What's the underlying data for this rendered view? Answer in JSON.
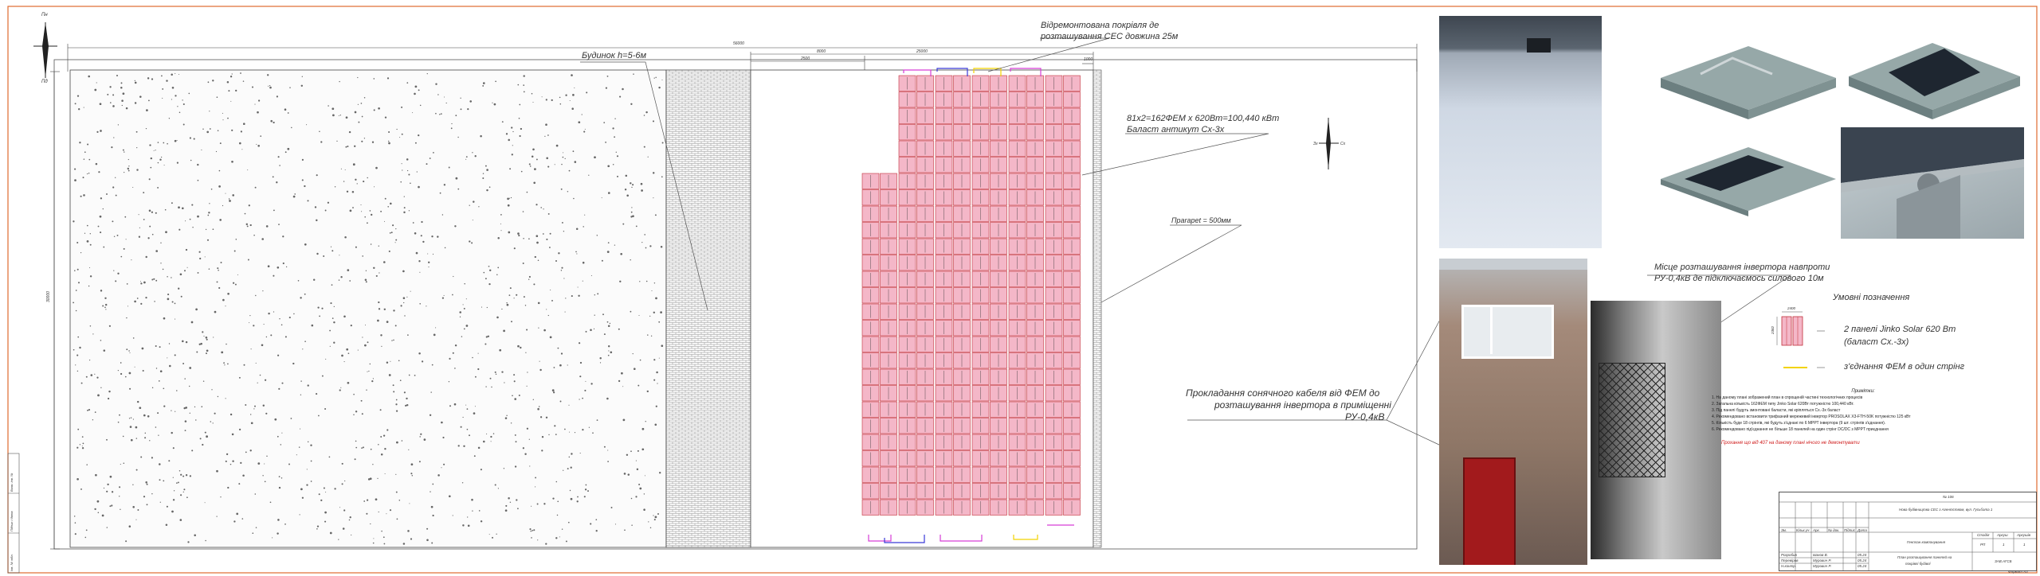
{
  "sheet": {
    "frame_color": "#e06a2e",
    "panel_fill": "#f4b7c8",
    "panel_stroke": "#c2303a",
    "string_colors": [
      "#d63dd6",
      "#3a3ad8",
      "#f2d300"
    ]
  },
  "labels": {
    "compass_n": "Пн",
    "compass_s": "Пд",
    "compass_w": "Зх",
    "compass_e": "Сх",
    "building": "Будинок h=5-6м",
    "repaired_roof_1": "Відремонтована покрівля де",
    "repaired_roof_2": "розташування СЕС довжина 25м",
    "fem_count_1": "81x2=162ФЕМ x 620Вт=100,440 кВт",
    "fem_count_2": "Баласт антикут Сх-3х",
    "parapet": "Пparapet = 500мм",
    "cable_1": "Прокладання сонячного кабеля від ФЕМ до",
    "cable_2": "розташування інвертора в приміщенні",
    "cable_3": "РУ-0,4кВ",
    "inverter_1": "Місце розташування інвертора навпроти",
    "inverter_2": "РУ-0,4кВ де підключаємось силового 10м",
    "legend_title": "Умовні позначення",
    "legend_panel_1": "2 панелі Jinko Solar 620 Вт",
    "legend_panel_2": "(баласт Сх.-3х)",
    "legend_string": "з'єднання ФЕМ в один стрінг",
    "legend_dim_w": "2400",
    "legend_dim_h": "2382"
  },
  "dimensions": {
    "total_width": "56000",
    "total_height": "30000",
    "d1": "8000",
    "d2": "2500",
    "d3": "25000",
    "d4": "1000"
  },
  "notes": {
    "title": "Примітки:",
    "items": [
      "1.   На даному плані зображений план в спрощеній частині технологічних процесів",
      "2.   Загальна кількість 162ФЕМ типу Jinko Solar 620Вт потужністю 100,440 кВт.",
      "3.   Під панелі будуть змонтовані баласти, які кріпляться Сх.-3х баласт",
      "4.   Рекомендовано встановити трифазний мережевий інвертор PROSOLAX X3-FTH-50K потужністю 125 кВт",
      "5.   Кількість буде 18 стрінгів, які будуть з'єднані по 6 МРРТ інвертора (9 шт. стрінгів з'єднання).",
      "6.   Рекомендовано під'єднання не більше 18 панелей на один стрінг DC/DC з MPPT приєднання"
    ],
    "red_note": "Прохання що від 407 на даному плані нічого не демонтувати"
  },
  "title_block": {
    "sheet_no": "№ 106",
    "project": "Нова будівництва СЕС з Агентством, вул. Гусьбата 1",
    "stage_h": "Стадія",
    "sheet_h": "Аркуш",
    "sheets_h": "Аркушів",
    "stage": "РП",
    "sheet": "1",
    "sheets": "1",
    "drawing_1": "Генплан компонування",
    "drawing_2": "План розташування панелей на",
    "drawing_3": "покрівлі будівлі",
    "code": "ЗАВ.АГСБ",
    "cols": [
      "Зм.",
      "Кільк.уч",
      "Арк.",
      "№ док.",
      "Підпис",
      "Дата"
    ],
    "rows": [
      {
        "role": "Розробив",
        "name": "Іванов В.",
        "date": "05.24"
      },
      {
        "role": "Перевірив",
        "name": "Мурович Р.",
        "date": "05.24"
      },
      {
        "role": "Н.контр.",
        "name": "Мурович Р.",
        "date": "05.24"
      }
    ],
    "format": "Формат А3"
  },
  "side_stamp": [
    "Інв. № підл.",
    "Підпис і дата",
    "Взам. інв. №"
  ]
}
